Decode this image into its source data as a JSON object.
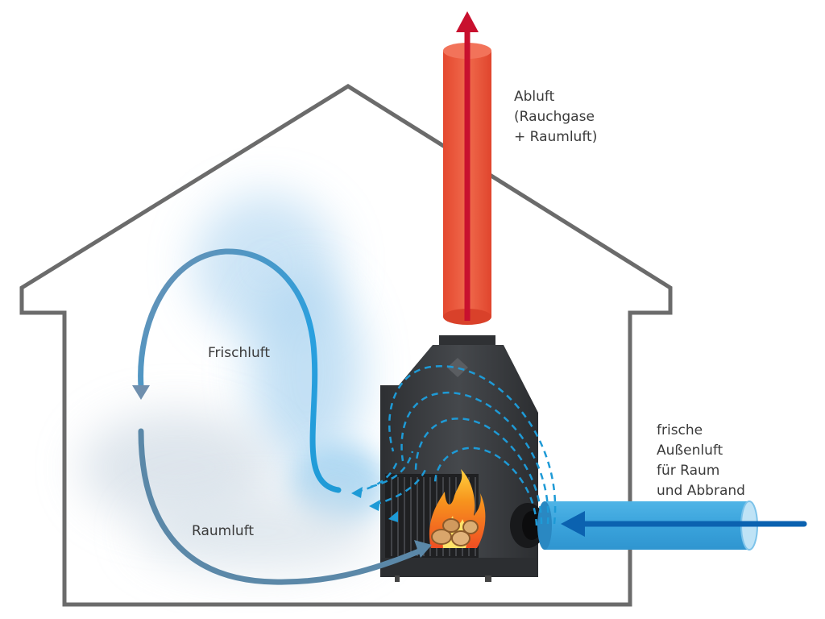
{
  "labels": {
    "exhaust": [
      "Abluft",
      "(Rauchgase",
      "+ Raumluft)"
    ],
    "fresh_air": "Frischluft",
    "room_air": "Raumluft",
    "outside_air": [
      "frische",
      "Außenluft",
      "für Raum",
      "und Abbrand"
    ]
  },
  "colors": {
    "house_outline": "#6b6b6b",
    "exhaust_pipe": "#e8533a",
    "exhaust_arrow": "#c8102e",
    "fresh_air_arrow": "#1e9ad6",
    "room_air_arrow": "#5b88a8",
    "inlet_pipe": "#3aa6de",
    "inlet_arrow": "#0b62b0",
    "stove_body": "#3b3d40",
    "flame": "#f7941d"
  },
  "icons": [
    "house-outline-icon",
    "chimney-icon",
    "fireplace-insert-icon",
    "flame-icon",
    "firewood-icon"
  ]
}
